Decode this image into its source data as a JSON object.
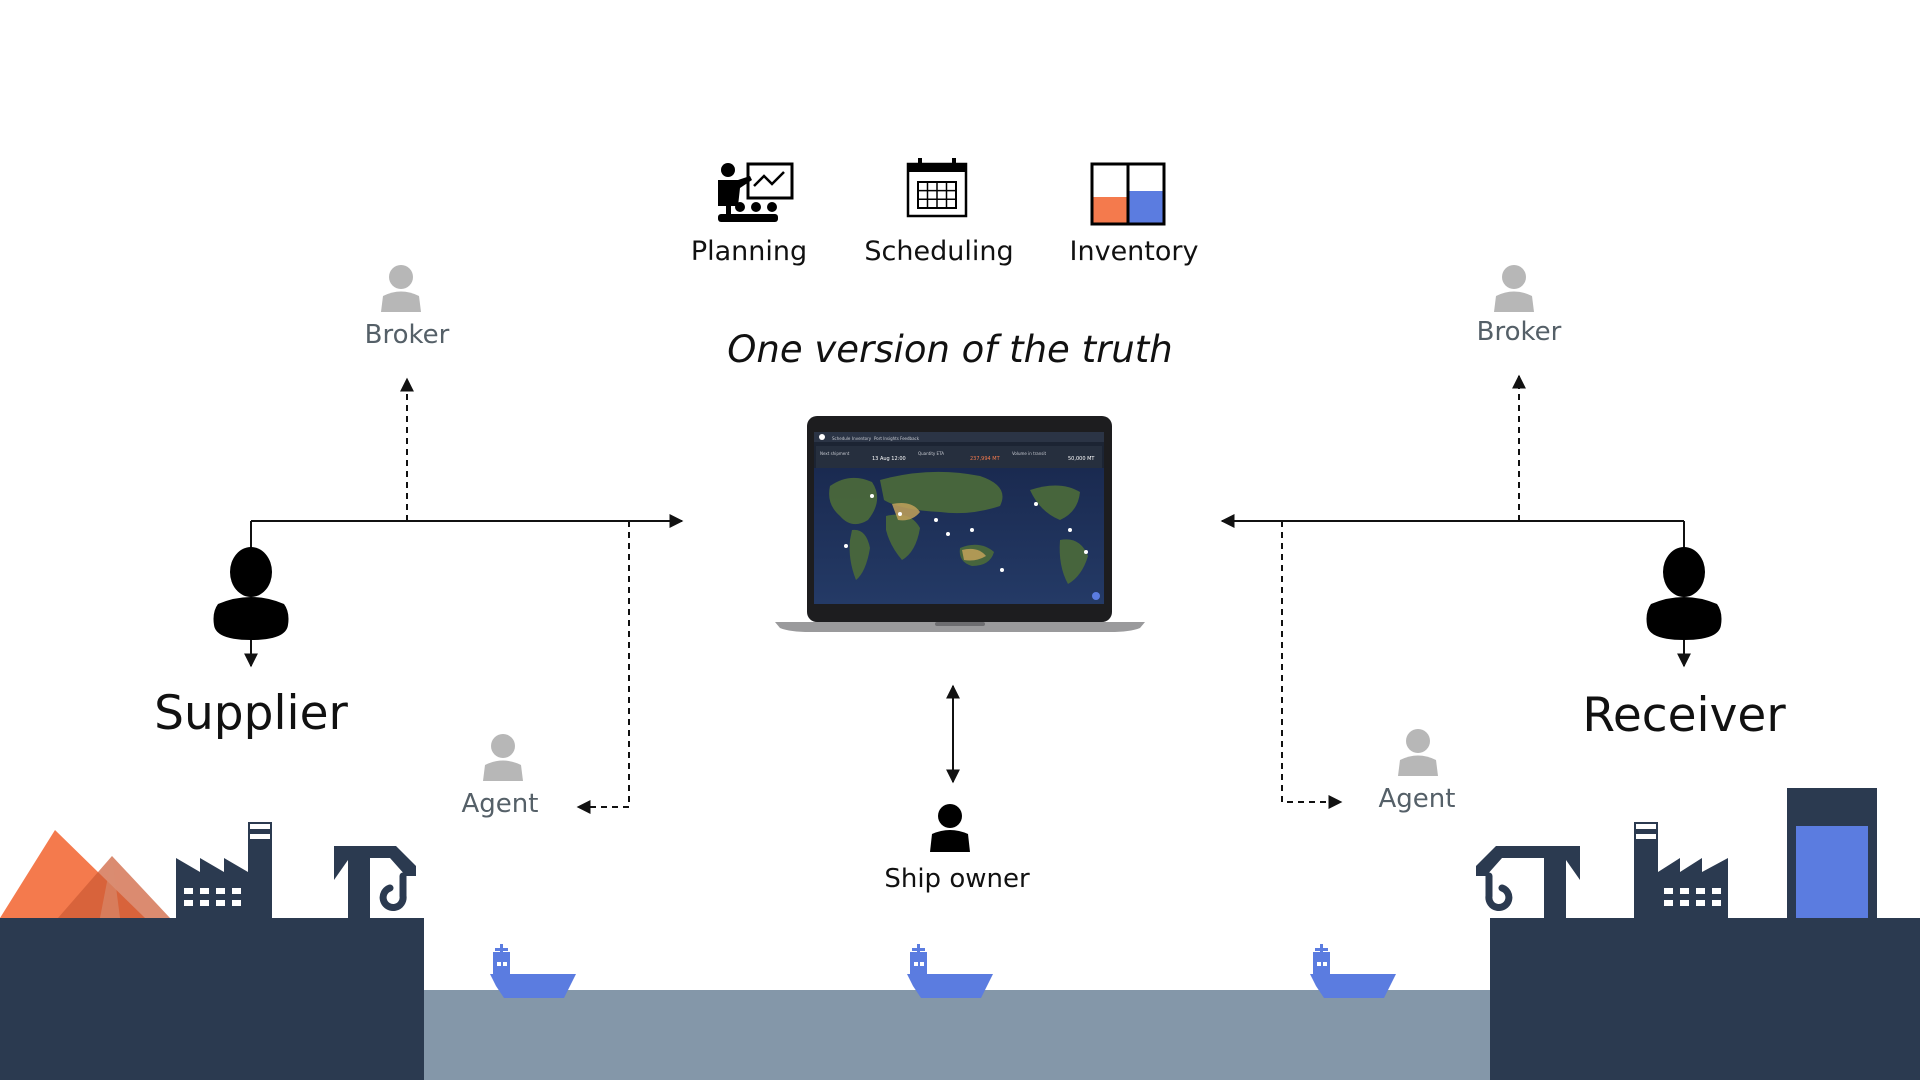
{
  "top_icons": [
    {
      "label": "Planning",
      "icon": "planning-icon"
    },
    {
      "label": "Scheduling",
      "icon": "calendar-icon"
    },
    {
      "label": "Inventory",
      "icon": "inventory-icon"
    }
  ],
  "tagline": "One version of the truth",
  "actors": {
    "supplier": "Supplier",
    "receiver": "Receiver",
    "broker_left": "Broker",
    "broker_right": "Broker",
    "agent_left": "Agent",
    "agent_right": "Agent",
    "ship_owner": "Ship owner"
  },
  "inventory_levels": {
    "left_fill": 0.45,
    "right_fill": 0.55
  },
  "colors": {
    "navy": "#2b3a50",
    "orange": "#f47a4d",
    "blue": "#5b7ce0",
    "sea": "#8497a9",
    "gray_icon": "#b7b7b7"
  },
  "laptop": {
    "tabs": [
      "Schedule",
      "Inventory",
      "Port Insights",
      "Feedback"
    ],
    "cards": [
      {
        "title": "Next shipment",
        "value": "13 Aug 12:00"
      },
      {
        "title": "Quantity ETA",
        "value": "237,994 MT"
      },
      {
        "title": "Volume in transit",
        "value": "50,000 MT"
      }
    ]
  }
}
